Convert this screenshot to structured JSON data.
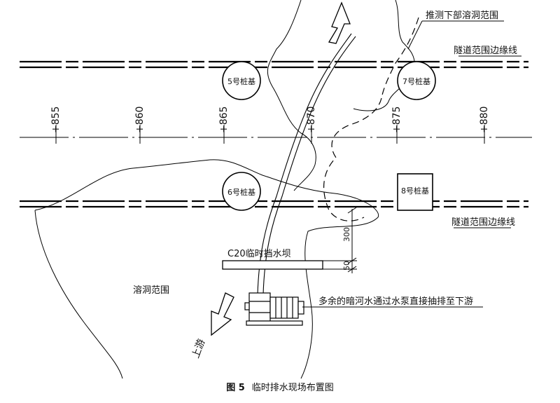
{
  "labels": {
    "upper_karst_note": "推测下部溶洞范围",
    "tunnel_boundary_top": "隧道范围边缘线",
    "tunnel_boundary_bottom": "隧道范围边缘线",
    "pile5": "5号桩基",
    "pile6": "6号桩基",
    "pile7": "7号桩基",
    "pile8": "8号桩基",
    "dam": "C20临时挡水坝",
    "karst_area": "溶洞范围",
    "pump_note": "多余的暗河水通过水泵直接抽排至下游",
    "upstream": "上游",
    "dim_300": "300",
    "dim_50": "50"
  },
  "stations": [
    "+855",
    "+860",
    "+865",
    "+870",
    "+875",
    "+880"
  ],
  "caption": {
    "number": "图 5",
    "text": "临时排水现场布置图"
  }
}
